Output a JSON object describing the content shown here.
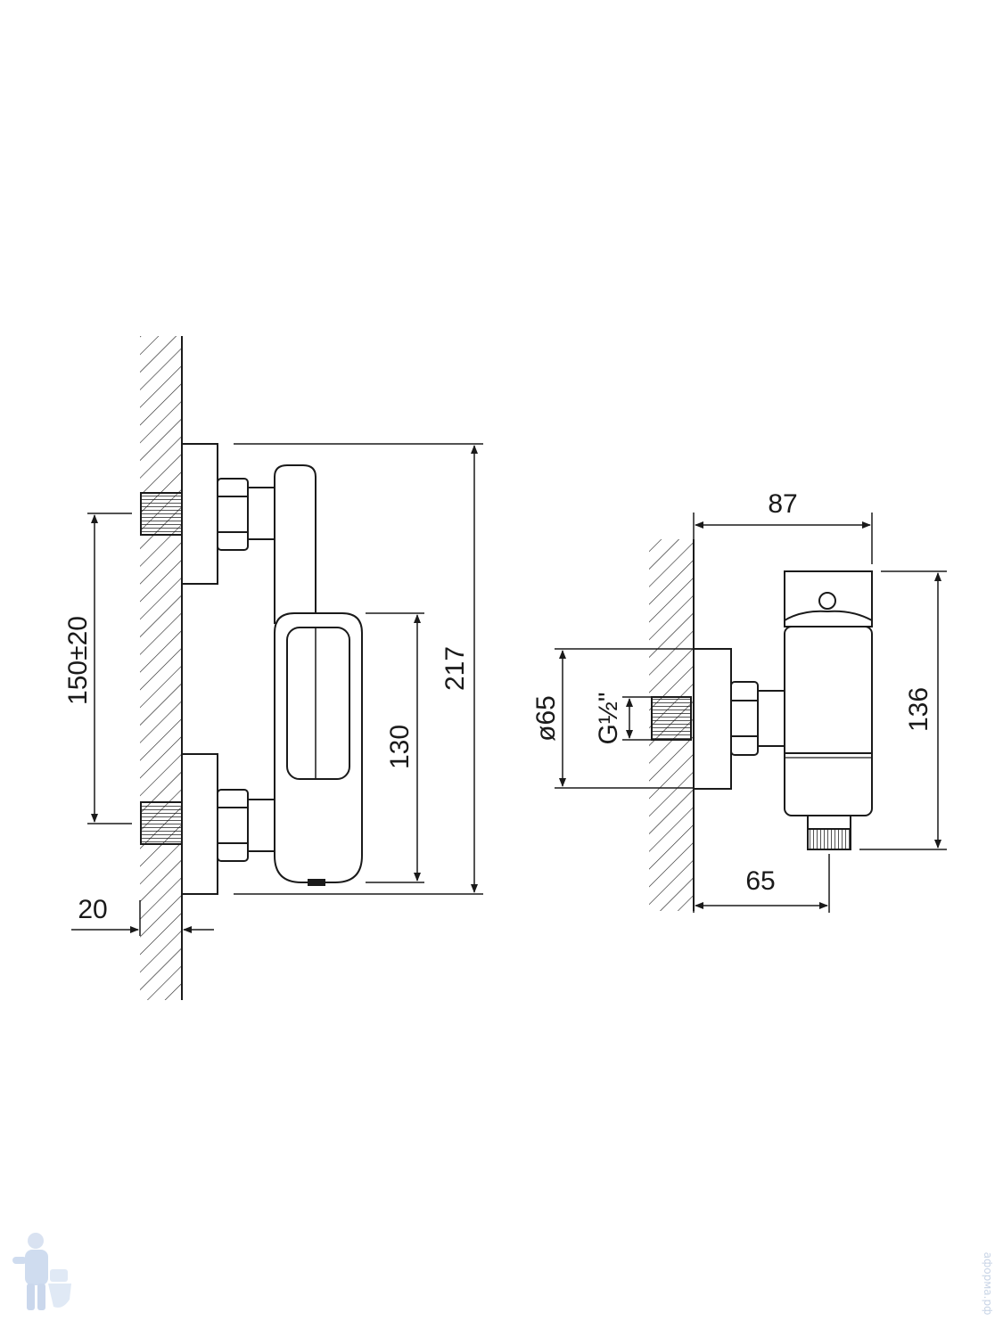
{
  "dimensions": {
    "side_center_distance": "150±20",
    "side_total_height": "217",
    "side_body_height": "130",
    "side_wall_thickness": "20",
    "front_depth": "87",
    "front_flange_diameter": "ø65",
    "front_thread": "G½\"",
    "front_height": "136",
    "front_outlet_offset": "65"
  },
  "watermark": {
    "site_text": "аформа.рф"
  },
  "colors": {
    "line": "#1a1a1a",
    "watermark": "#c8d4e6"
  }
}
